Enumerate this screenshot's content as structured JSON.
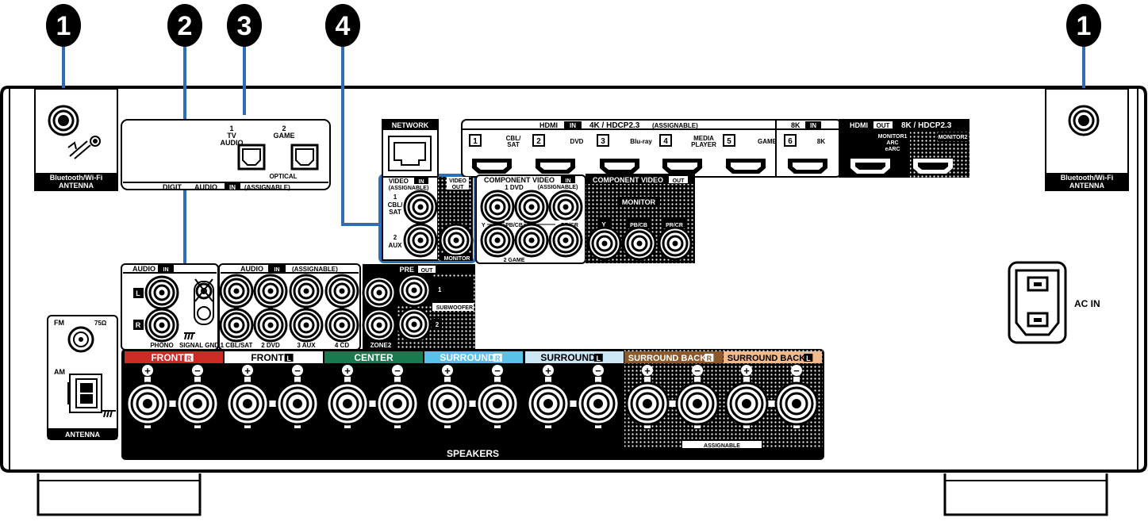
{
  "callouts": [
    "1",
    "2",
    "3",
    "4",
    "1"
  ],
  "antenna_left": {
    "line1": "Bluetooth/Wi-Fi",
    "line2": "ANTENNA"
  },
  "antenna_right": {
    "line1": "Bluetooth/Wi-Fi",
    "line2": "ANTENNA"
  },
  "digital_audio": {
    "ch1_num": "1",
    "ch1_l1": "TV",
    "ch1_l2": "AUDIO",
    "ch2_num": "2",
    "ch2_l1": "GAME",
    "optical": "OPTICAL",
    "label_a": "DIGIT",
    "label_b": "AUDIO",
    "label_in": "IN",
    "label_assign": "(ASSIGNABLE)"
  },
  "network": {
    "label": "NETWORK"
  },
  "hdmi_in": {
    "title_a": "HDMI",
    "title_in": "IN",
    "title_b": "4K / HDCP2.3",
    "title_assign": "(ASSIGNABLE)",
    "ports": [
      {
        "num": "1",
        "l1": "CBL/",
        "l2": "SAT"
      },
      {
        "num": "2",
        "l1": "DVD",
        "l2": ""
      },
      {
        "num": "3",
        "l1": "Blu-ray",
        "l2": ""
      },
      {
        "num": "4",
        "l1": "MEDIA",
        "l2": "PLAYER"
      },
      {
        "num": "5",
        "l1": "GAME",
        "l2": ""
      }
    ],
    "k8_title": "8K",
    "k8_in": "IN",
    "k8_num": "6",
    "k8_label": "8K"
  },
  "hdmi_out": {
    "title_a": "HDMI",
    "title_out": "OUT",
    "title_b": "8K / HDCP2.3",
    "m1_l1": "MONITOR1",
    "m1_l2": "ARC",
    "m1_l3": "eARC",
    "m2": "MONITOR2"
  },
  "video": {
    "title": "VIDEO",
    "title_in": "IN",
    "assign": "(ASSIGNABLE)",
    "in1_num": "1",
    "in1_l1": "CBL/",
    "in1_l2": "SAT",
    "in2_num": "2",
    "in2_l1": "AUX",
    "out_a": "VIDEO",
    "out_b": "OUT",
    "monitor": "MONITOR"
  },
  "component_in": {
    "title": "COMPONENT VIDEO",
    "title_in": "IN",
    "l1": "1 DVD",
    "assign": "(ASSIGNABLE)",
    "y": "Y",
    "pb": "PB/CB",
    "pr": "PR/CR",
    "l2": "2 GAME"
  },
  "component_out": {
    "title": "COMPONENT VIDEO",
    "title_out": "OUT",
    "monitor": "MONITOR",
    "y": "Y",
    "pb": "PB/CB",
    "pr": "PR/CR"
  },
  "audio_phono": {
    "title": "AUDIO",
    "title_in": "IN",
    "l": "L",
    "r": "R",
    "phono": "PHONO",
    "gnd": "SIGNAL GND"
  },
  "audio_assign": {
    "title": "AUDIO",
    "title_in": "IN",
    "assign": "(ASSIGNABLE)",
    "labels": [
      "1 CBL/SAT",
      "2 DVD",
      "3 AUX",
      "4 CD"
    ]
  },
  "pre_out": {
    "title": "PRE",
    "title_out": "OUT",
    "ch1": "1",
    "ch2": "2",
    "subwoofer": "SUBWOOFER",
    "zone2": "ZONE2"
  },
  "tuner": {
    "fm": "FM",
    "ohm": "75Ω",
    "am": "AM",
    "antenna": "ANTENNA"
  },
  "speakers": {
    "groups": [
      {
        "name": "FRONT",
        "tag": "R",
        "color": "#cc2a24"
      },
      {
        "name": "FRONT",
        "tag": "L",
        "color": "#ffffff"
      },
      {
        "name": "CENTER",
        "tag": "",
        "color": "#1a7a4f"
      },
      {
        "name": "SURROUND",
        "tag": "R",
        "color": "#59c2e8"
      },
      {
        "name": "SURROUND",
        "tag": "L",
        "color": "#cde7f4"
      },
      {
        "name": "SURROUND BACK",
        "tag": "R",
        "color": "#8a5a2a"
      },
      {
        "name": "SURROUND BACK",
        "tag": "L",
        "color": "#f2b98b"
      }
    ],
    "plus": "+",
    "minus": "−",
    "assignable": "ASSIGNABLE",
    "footer": "SPEAKERS"
  },
  "ac_in": "AC IN",
  "colors": {
    "callout_line": "#2f6db5",
    "panel": "#000000",
    "background": "#ffffff"
  }
}
